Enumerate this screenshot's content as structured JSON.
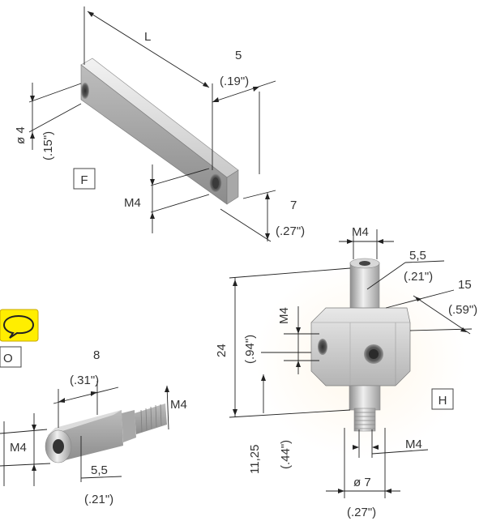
{
  "part_f": {
    "letter": "F",
    "length_label": "L",
    "width_mm": "5",
    "width_in": "(.19\")",
    "hole_dia_mm": "ø 4",
    "hole_dia_in": "(.15\")",
    "thread": "M4",
    "height_mm": "7",
    "height_in": "(.27\")"
  },
  "part_h": {
    "letter": "H",
    "top_thread": "M4",
    "hex_mm": "5,5",
    "hex_in": "(.21\")",
    "block_mm": "15",
    "block_in": "(.59\")",
    "side_thread": "M4",
    "total_height_mm": "24",
    "total_height_in": "(.94\")",
    "lower_height_mm": "11,25",
    "lower_height_in": "(.44\")",
    "bottom_thread": "M4",
    "bottom_dia_mm": "ø 7",
    "bottom_dia_in": "(.27\")"
  },
  "part_o": {
    "letter": "O",
    "length_mm": "8",
    "length_in": "(.31\")",
    "thread_end": "M4",
    "thread_bore": "M4",
    "hex_mm": "5,5",
    "hex_in": "(.21\")"
  },
  "comment_icon": "speech-bubble-icon",
  "colors": {
    "comment_fill": "#ffee00",
    "metal_light": "#e4e4e4",
    "metal_dark": "#9a9a9a"
  }
}
